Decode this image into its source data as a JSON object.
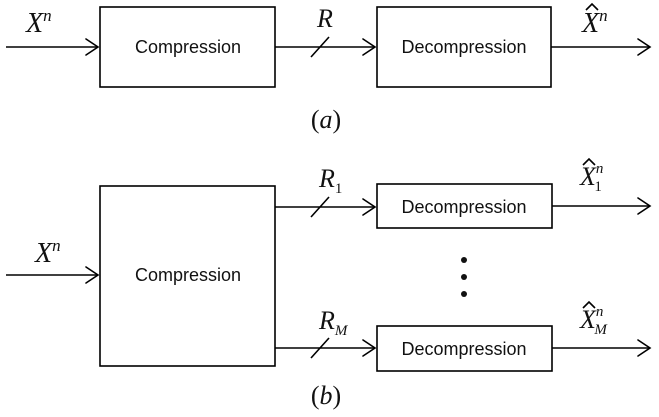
{
  "diagram_a": {
    "input_label": "X",
    "input_sup": "n",
    "encoder_label": "Compression",
    "rate_label": "R",
    "decoder_label": "Decompression",
    "output_label": "X",
    "output_sup": "n",
    "caption_open": "(",
    "caption_letter": "a",
    "caption_close": ")"
  },
  "diagram_b": {
    "input_label": "X",
    "input_sup": "n",
    "encoder_label": "Compression",
    "branches": [
      {
        "rate_label": "R",
        "rate_sub": "1",
        "decoder_label": "Decompression",
        "output_label": "X",
        "output_sup": "n",
        "output_sub": "1"
      },
      {
        "rate_label": "R",
        "rate_sub": "M",
        "decoder_label": "Decompression",
        "output_label": "X",
        "output_sup": "n",
        "output_sub": "M"
      }
    ],
    "ellipsis_dots": 3,
    "caption_open": "(",
    "caption_letter": "b",
    "caption_close": ")"
  }
}
